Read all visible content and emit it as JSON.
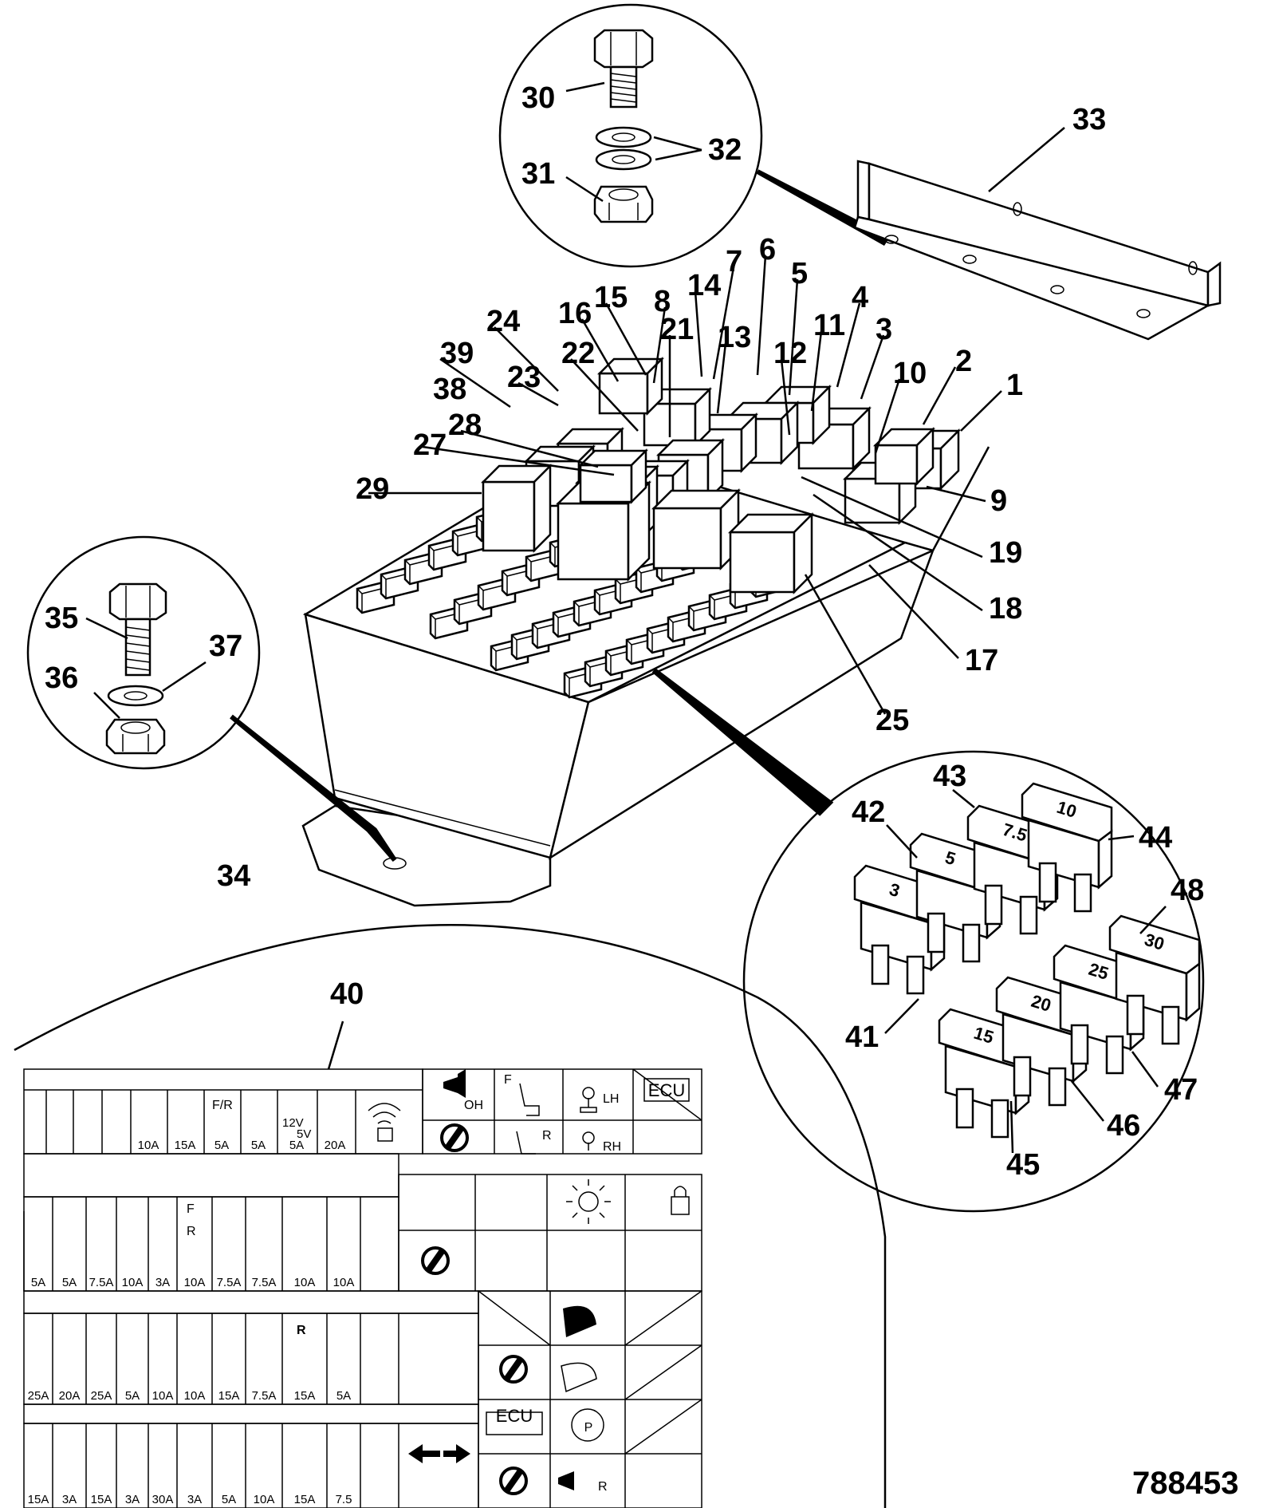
{
  "document_number": "788453",
  "callouts": {
    "c1": "1",
    "c2": "2",
    "c3": "3",
    "c4": "4",
    "c5": "5",
    "c6": "6",
    "c7": "7",
    "c8": "8",
    "c9": "9",
    "c10": "10",
    "c11": "11",
    "c12": "12",
    "c13": "13",
    "c14": "14",
    "c15": "15",
    "c16": "16",
    "c17": "17",
    "c18": "18",
    "c19": "19",
    "c21": "21",
    "c22": "22",
    "c23": "23",
    "c24": "24",
    "c25": "25",
    "c27": "27",
    "c28": "28",
    "c29": "29",
    "c30": "30",
    "c31": "31",
    "c32": "32",
    "c33": "33",
    "c34": "34",
    "c35": "35",
    "c36": "36",
    "c37": "37",
    "c38": "38",
    "c39": "39",
    "c40": "40",
    "c41": "41",
    "c42": "42",
    "c43": "43",
    "c44": "44",
    "c45": "45",
    "c46": "46",
    "c47": "47",
    "c48": "48"
  },
  "fuse_values": {
    "f41": "3",
    "f42": "5",
    "f43": "7.5",
    "f44": "10",
    "f45": "15",
    "f46": "20",
    "f47": "25",
    "f48": "30"
  },
  "label": {
    "row1_ratings": [
      "10A",
      "15A",
      "5A",
      "5A",
      "5A",
      "20A"
    ],
    "row2_ratings": [
      "5A",
      "5A",
      "7.5A",
      "10A",
      "3A",
      "10A",
      "7.5A",
      "7.5A",
      "10A",
      "10A"
    ],
    "row3_ratings": [
      "25A",
      "20A",
      "25A",
      "5A",
      "10A",
      "10A",
      "15A",
      "7.5A",
      "15A",
      "5A"
    ],
    "row4_ratings": [
      "15A",
      "3A",
      "15A",
      "3A",
      "30A",
      "3A",
      "5A",
      "10A",
      "15A",
      "7.5"
    ],
    "fine_text": {
      "fr": "F/R",
      "f": "F",
      "r": "R",
      "oh": "OH",
      "lh": "LH",
      "rh": "RH",
      "ecu": "ECU",
      "v12": "12V",
      "v5": "5V",
      "horn_r": "R",
      "park": "P",
      "row3_r": "R"
    }
  }
}
